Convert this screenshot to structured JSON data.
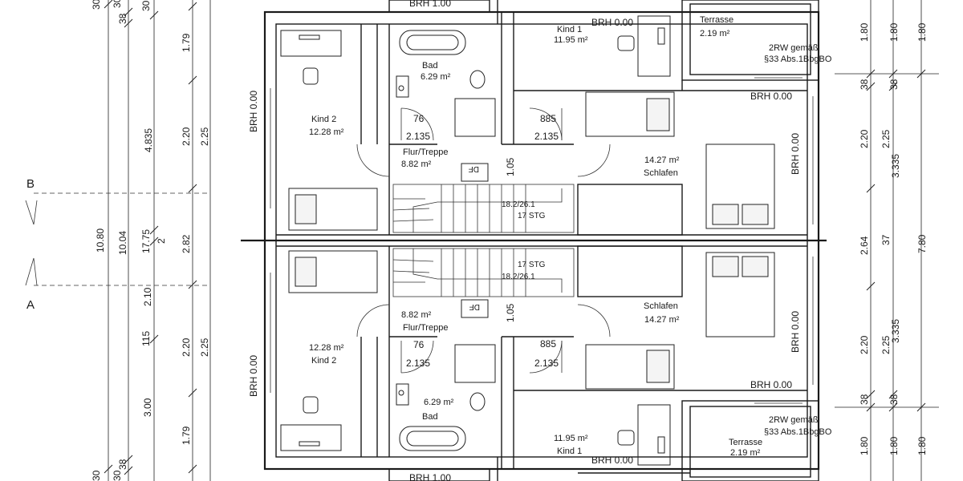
{
  "section_marks": {
    "top": "B",
    "bottom": "A"
  },
  "left_dims": {
    "col1": [
      "30",
      "10.80",
      "30"
    ],
    "col2": [
      "38",
      "30",
      "10.04",
      "38",
      "30"
    ],
    "col3": [
      "30",
      "4.835",
      "17.75",
      "2",
      "115"
    ],
    "col4": [
      "1.79",
      "2.20",
      "2.10",
      "2.20",
      "3.00",
      "1.79"
    ],
    "col5": [
      "2.25",
      "2.82",
      "2.25"
    ]
  },
  "right_dims": {
    "col1": [
      "1.80",
      "38",
      "2.20",
      "2.64",
      "2.20",
      "38",
      "1.80"
    ],
    "col2": [
      "1.80",
      "38",
      "2.25",
      "37",
      "2.25",
      "38",
      "1.80"
    ],
    "col3": [
      "1.80",
      "3.335",
      "7.80",
      "3.335",
      "1.80"
    ]
  },
  "brh": {
    "top": "BRH 1.00",
    "bottom": "BRH 1.00",
    "kind1_top": "BRH 0.00",
    "kind1_bottom": "BRH 0.00",
    "left_top": "BRH 0.00",
    "left_bottom": "BRH 0.00",
    "terrace_top": "BRH 0.00",
    "terrace_bottom": "BRH 0.00",
    "schlafen_top": "BRH 0.00",
    "schlafen_bottom": "BRH 0.00"
  },
  "upper_unit": {
    "kind1": {
      "name": "Kind 1",
      "area": "11.95 m²"
    },
    "terrasse": {
      "name": "Terrasse",
      "area": "2.19 m²"
    },
    "rw_note": {
      "line1": "2RW gemäß",
      "line2": "§33 Abs.1BbgBO"
    },
    "bad": {
      "name": "Bad",
      "area": "6.29 m²"
    },
    "kind2": {
      "name": "Kind 2",
      "area": "12.28 m²"
    },
    "flur": {
      "name": "Flur/Treppe",
      "area": "8.82 m²"
    },
    "schlafen": {
      "name": "Schlafen",
      "area": "14.27 m²"
    },
    "door_76": "76",
    "door_213a": "2.135",
    "door_885": "885",
    "door_213b": "2.135",
    "df": "DF",
    "dim_105": "1.05",
    "stair": {
      "line1": "18.2/26.1",
      "line2": "17 STG"
    }
  },
  "lower_unit": {
    "kind1": {
      "name": "Kind 1",
      "area": "11.95 m²"
    },
    "terrasse": {
      "name": "Terrasse",
      "area": "2.19 m²"
    },
    "rw_note": {
      "line1": "2RW gemäß",
      "line2": "§33 Abs.1BbgBO"
    },
    "bad": {
      "name": "Bad",
      "area": "6.29 m²"
    },
    "kind2": {
      "name": "Kind 2",
      "area": "12.28 m²"
    },
    "flur": {
      "name": "Flur/Treppe",
      "area": "8.82 m²"
    },
    "schlafen": {
      "name": "Schlafen",
      "area": "14.27 m²"
    },
    "door_76": "76",
    "door_213a": "2.135",
    "door_885": "885",
    "door_213b": "2.135",
    "df": "DF",
    "dim_105": "1.05",
    "stair": {
      "line1": "17 STG",
      "line2": "18.2/26.1"
    }
  }
}
